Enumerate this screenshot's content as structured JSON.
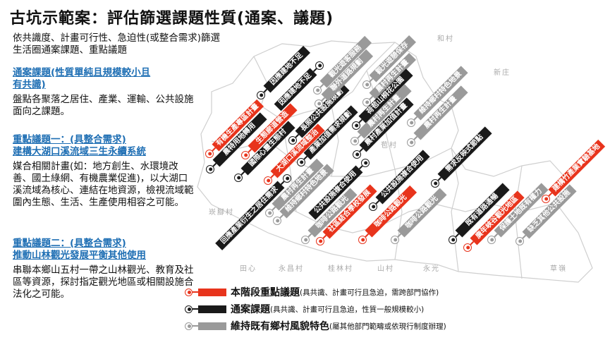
{
  "title": "古坑示範案：評估篩選課題性質(通案、議題)",
  "intro": [
    "依共識度、計畫可行性、急迫性(或整合需求)篩選",
    "生活圈通案課題、重點議題"
  ],
  "sections": [
    {
      "heading": [
        "通案課題(性質單純且規模較小且",
        "有共識)"
      ],
      "body": "盤點各聚落之居住、產業、運輸、公共設施面向之課題。"
    },
    {
      "heading": [
        "重點議題一：(具整合需求)",
        "建構大湖口溪流域三生永續系統"
      ],
      "body": "媒合相關計畫(如：地方創生、水環境改善、國土綠網、有機農業促進)，以大湖口溪流域為核心、連結在地資源，檢視流域範圍內生態、生活、生產使用相容之可能。"
    },
    {
      "heading": [
        "重點議題二：(具整合需求)",
        "推動山林觀光發展平衡其他使用"
      ],
      "body": "串聯本鄉山五村一帶之山林觀光、教育及社區等資源，探討指定觀光地區或相關設施合法化之可能。"
    }
  ],
  "village_labels": [
    "和村",
    "田心",
    "永昌村",
    "永光",
    "崁腳村",
    "桂林村",
    "山村",
    "苞村",
    "新庄",
    "草嶺"
  ],
  "tags": [
    {
      "label": "因應建地不足",
      "type": "black"
    },
    {
      "label": "因應建地不足",
      "type": "black"
    },
    {
      "label": "有機生產專區計畫",
      "type": "red"
    },
    {
      "label": "農特用地轉用",
      "type": "black"
    },
    {
      "label": "生態廊道營造",
      "type": "red"
    },
    {
      "label": "國際心靈生態村",
      "type": "black"
    },
    {
      "label": "長照公共設施規劃",
      "type": "black"
    },
    {
      "label": "大湖口溪流域整治",
      "type": "red"
    },
    {
      "label": "產業加值需求規劃",
      "type": "black"
    },
    {
      "label": "觀光遊客服務",
      "type": "gray"
    },
    {
      "label": "聯外道路規劃",
      "type": "gray"
    },
    {
      "label": "觀光遊憩保存",
      "type": "gray"
    },
    {
      "label": "農村再生計畫",
      "type": "gray"
    },
    {
      "label": "荷苞山桐花公園",
      "type": "black"
    },
    {
      "label": "農村再生計畫",
      "type": "gray"
    },
    {
      "label": "農村產業加值計畫",
      "type": "black"
    },
    {
      "label": "維持鄉村特色地景",
      "type": "gray"
    },
    {
      "label": "農村再生計畫",
      "type": "gray"
    },
    {
      "label": "公共設施複合使用",
      "type": "black"
    },
    {
      "label": "回應產業衍生之居住需求",
      "type": "black"
    },
    {
      "label": "農村再生計畫",
      "type": "gray"
    },
    {
      "label": "維持鄉村特色地景",
      "type": "gray"
    },
    {
      "label": "咖啡公路觀光",
      "type": "gray"
    },
    {
      "label": "社區結合學校發展",
      "type": "red"
    },
    {
      "label": "公共設施複合使用",
      "type": "black"
    },
    {
      "label": "咖啡公路觀光",
      "type": "red"
    },
    {
      "label": "咖啡公路觀光",
      "type": "gray"
    },
    {
      "label": "需求反映式節點",
      "type": "black"
    },
    {
      "label": "既有道路通暢",
      "type": "black"
    },
    {
      "label": "廣年峽谷觀光地區",
      "type": "red"
    },
    {
      "label": "保護土地既有權力",
      "type": "gray"
    },
    {
      "label": "缺乏其他公共設施",
      "type": "gray"
    },
    {
      "label": "建構竹產業實驗基地",
      "type": "red"
    }
  ],
  "legend": [
    {
      "type": "red",
      "label": "本階段重點議題",
      "note": "(具共識、計畫可行且急迫，需跨部門協作)"
    },
    {
      "type": "black",
      "label": "通案課題",
      "note": "(具共識、計畫可行且急迫，性質一般規模較小)"
    },
    {
      "type": "gray",
      "label": "維持既有鄉村風貌特色",
      "note": "(屬其他部門範疇或依現行制度辦理)"
    }
  ],
  "colors": {
    "red": "#e8341c",
    "black": "#1a1a1a",
    "gray": "#9a9a9a",
    "heading": "#1f6fb4"
  }
}
